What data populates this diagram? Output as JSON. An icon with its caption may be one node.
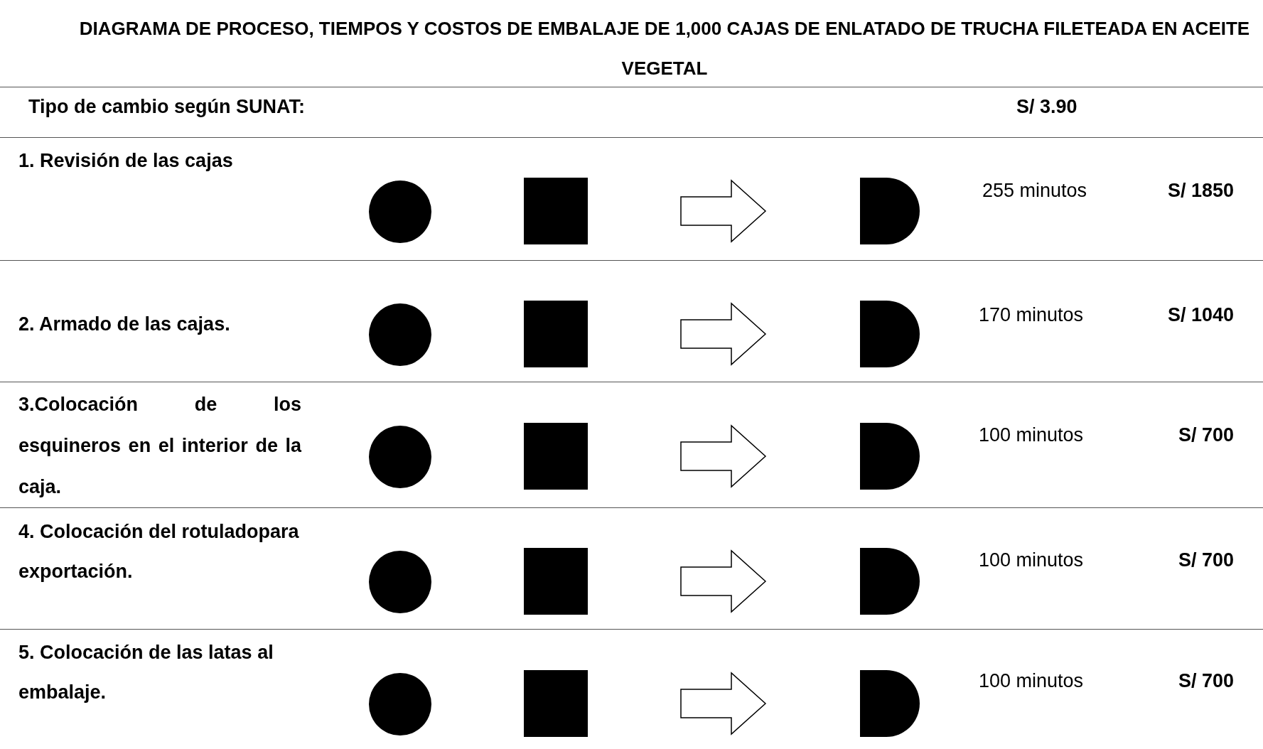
{
  "diagram": {
    "title": "DIAGRAMA DE PROCESO, TIEMPOS Y COSTOS DE EMBALAJE DE 1,000 CAJAS DE ENLATADO DE TRUCHA FILETEADA EN ACEITE VEGETAL",
    "labels": [
      "Tipo de cambio según SUNAT:",
      "S/ 3.90",
      "1.  Revisión de las cajas",
      "255 minutos",
      "S/ 1850",
      "2.  Armado de las cajas.",
      "170 minutos",
      "S/ 1040",
      "3.Colocación de los esquineros en el interior de la caja.",
      "100 minutos",
      "S/ 700",
      "4.  Colocación del rotuladopara exportación.",
      "100 minutos",
      "S/ 700",
      "5.  Colocación de las latas al embalaje.",
      "100 minutos",
      "S/ 700"
    ]
  }
}
